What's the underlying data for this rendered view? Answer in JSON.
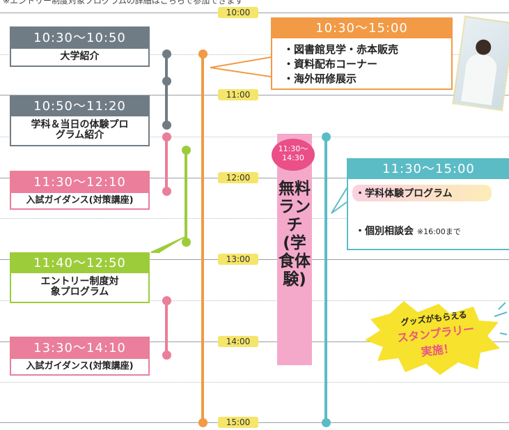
{
  "top_note": "※エントリー制度対象プログラムの詳細はこちらで参加できます",
  "times": [
    "10:00",
    "11:00",
    "12:00",
    "13:00",
    "14:00",
    "15:00"
  ],
  "events": [
    {
      "time": "10:30〜10:50",
      "title": "大学紹介"
    },
    {
      "time": "10:50〜11:20",
      "title": "学科＆当日の体験プログラム紹介"
    },
    {
      "time": "11:30〜12:10",
      "title": "入試ガイダンス(対策講座)"
    },
    {
      "time": "11:40〜12:50",
      "title": "エントリー制度対象プログラム"
    },
    {
      "time": "13:30〜14:10",
      "title": "入試ガイダンス(対策講座)"
    }
  ],
  "orange_box": {
    "time": "10:30〜15:00",
    "items": [
      "・図書館見学・赤本販売",
      "・資料配布コーナー",
      "・海外研修展示"
    ]
  },
  "teal_box": {
    "time": "11:30〜15:00",
    "items": [
      "・学科体験プログラム",
      "・個別相談会"
    ],
    "note": "※16:00まで"
  },
  "lunch": {
    "badge_line1": "11:30〜",
    "badge_line2": "14:30",
    "title": "無料ランチ(学食体験)"
  },
  "burst": {
    "line1": "グッズがもらえる",
    "line2": "スタンプラリー",
    "line3": "実施！"
  },
  "colors": {
    "gray": "#707c85",
    "orange": "#f29a45",
    "teal": "#5bbcc6",
    "pink": "#ea7e9b",
    "green": "#9dcc3b",
    "lunch": "#f4a9cb",
    "yellow": "#f5e56a"
  }
}
